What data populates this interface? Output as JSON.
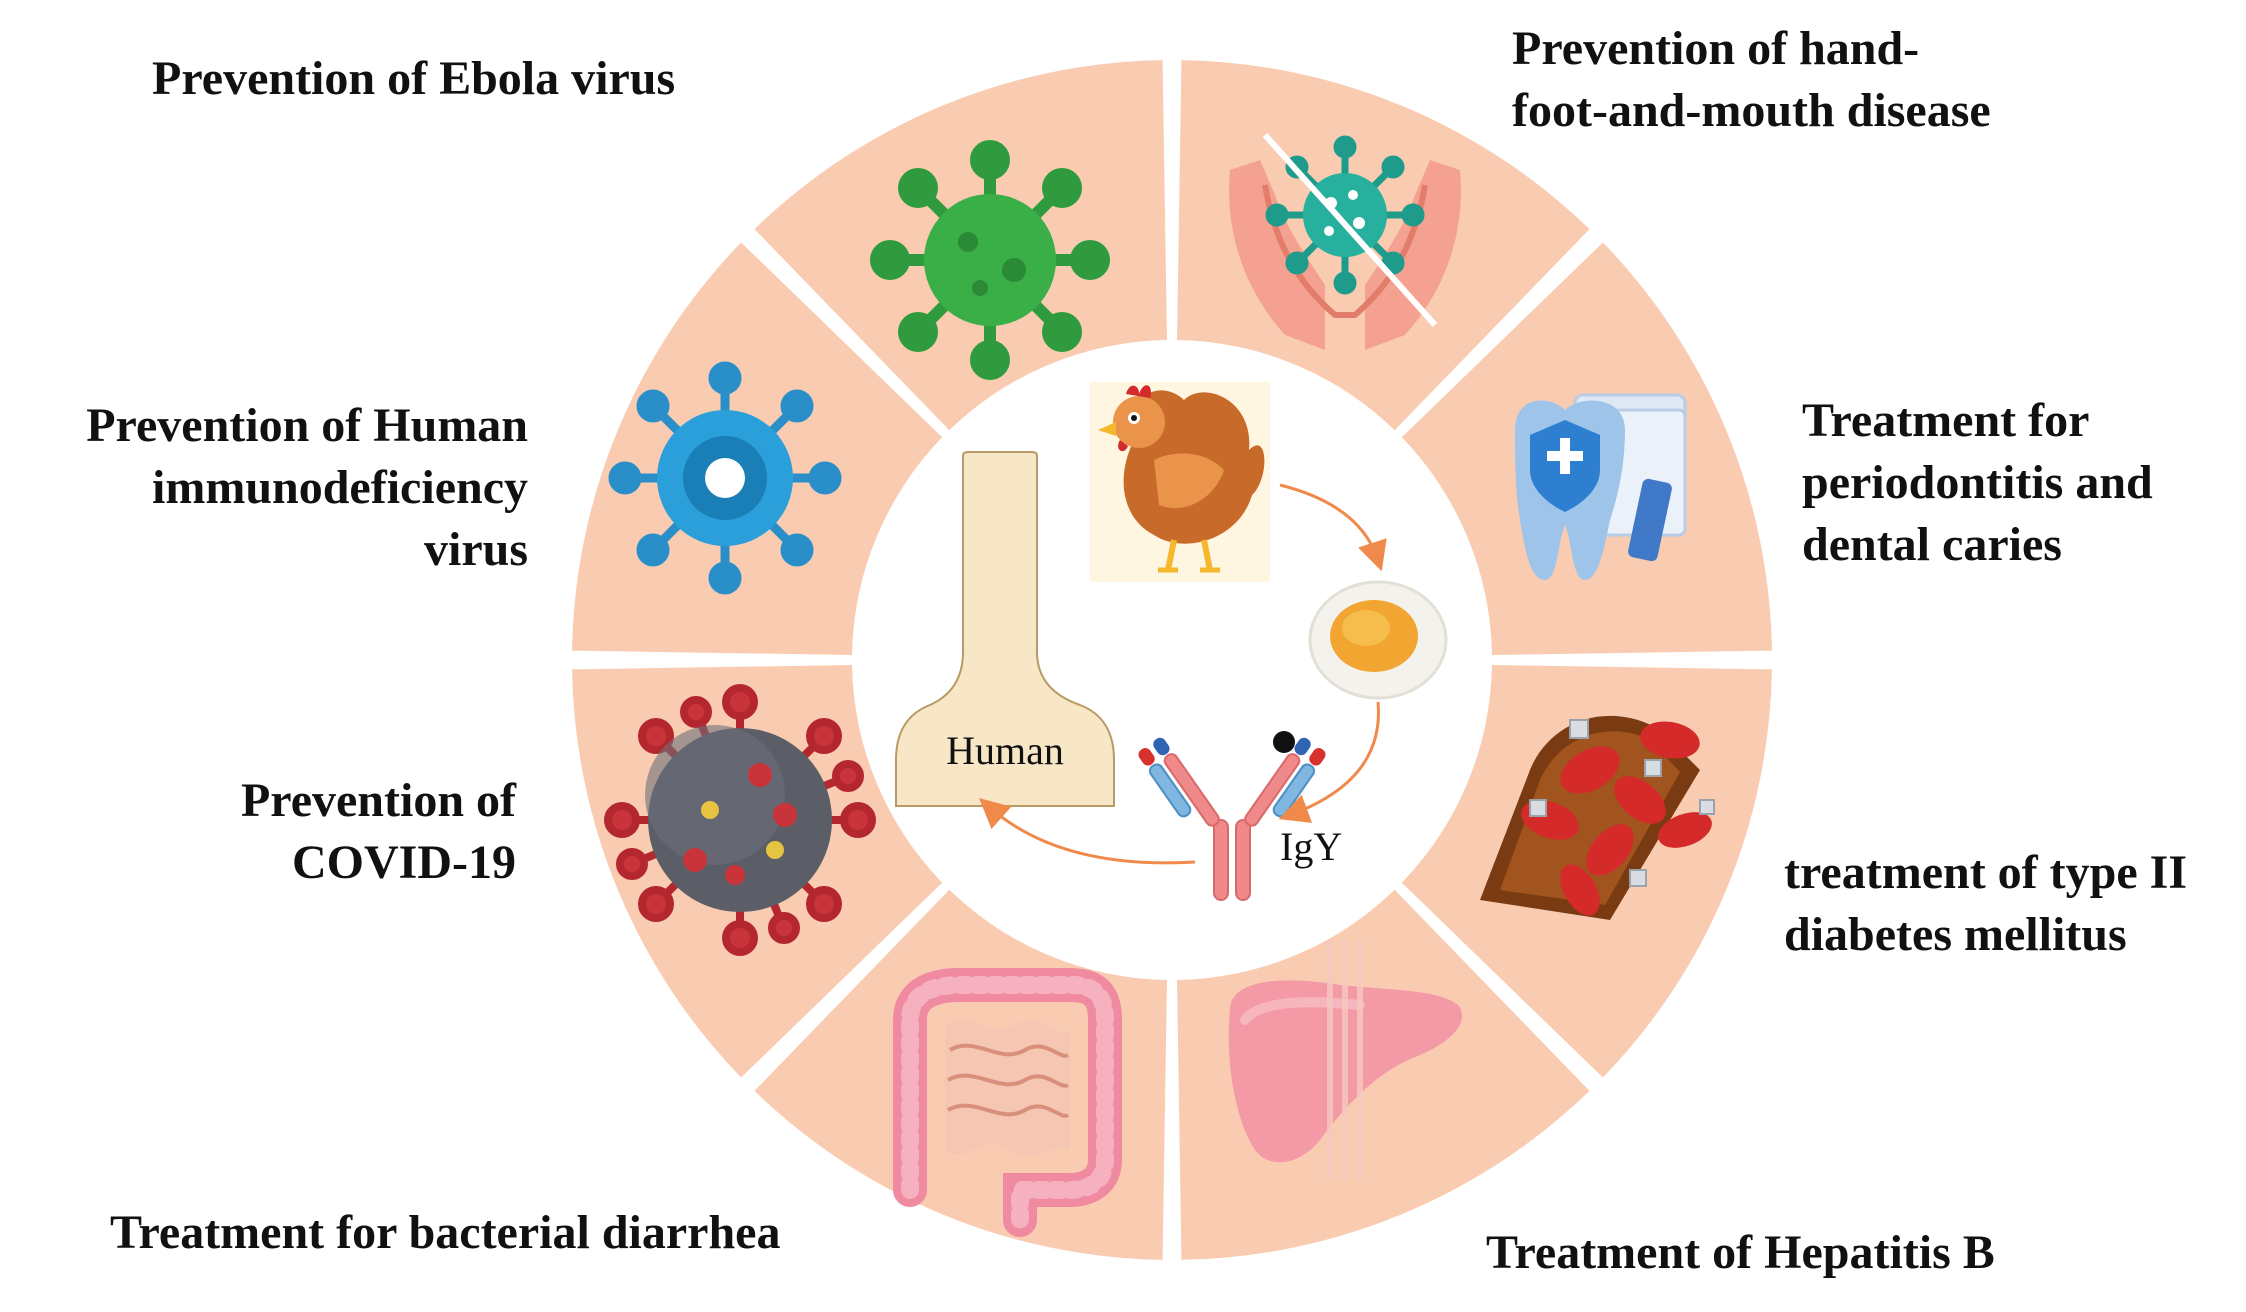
{
  "labels": {
    "ebola": [
      "Prevention of Ebola virus"
    ],
    "hfmd": [
      "Prevention of hand-",
      "foot-and-mouth disease"
    ],
    "hiv": [
      "Prevention of Human",
      "immunodeficiency",
      "virus"
    ],
    "dental": [
      "Treatment for",
      "periodontitis and",
      "dental caries"
    ],
    "covid": [
      "Prevention of",
      "COVID-19"
    ],
    "diabetes": [
      "treatment of type II",
      "diabetes mellitus"
    ],
    "diarrhea": [
      "Treatment for bacterial diarrhea"
    ],
    "hepatitis": [
      "Treatment of Hepatitis B"
    ]
  },
  "center": {
    "human_label": "Human",
    "igy_label": "IgY"
  },
  "colors": {
    "segment": "#f9ccb2",
    "human_fill": "#f8e7c6",
    "arrow": "#f08a4b"
  },
  "icons": [
    "ebola-virus-icon",
    "hand-virus-icon",
    "tooth-icon",
    "blood-vessel-icon",
    "liver-icon",
    "intestine-icon",
    "coronavirus-icon",
    "hiv-virus-icon",
    "chicken-icon",
    "egg-yolk-icon",
    "igy-antibody-icon",
    "human-silhouette-icon"
  ]
}
